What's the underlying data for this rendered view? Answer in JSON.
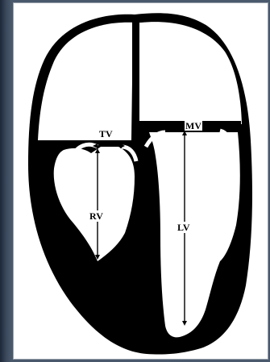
{
  "diagram": {
    "labels": {
      "tv": "TV",
      "mv": "MV",
      "rv": "RV",
      "lv": "LV"
    },
    "colors": {
      "background": "#4a586c",
      "panel": "#ffffff",
      "ink": "#000000"
    }
  }
}
